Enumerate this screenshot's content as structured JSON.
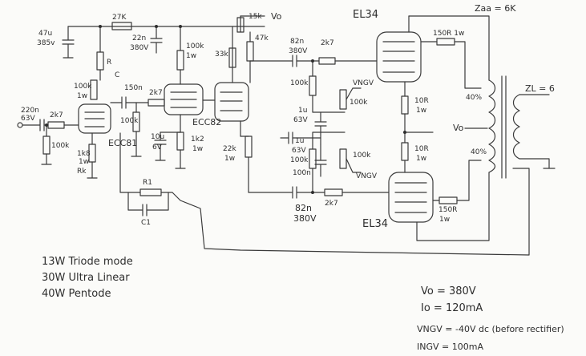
{
  "labels": {
    "r27k_top": "27K",
    "c47u": "47u",
    "v385": "385v",
    "c22n": "22n",
    "v380a": "380V",
    "r100k_a": "100k",
    "r1w_a": "1w",
    "r15k": "15k",
    "vo_top": "Vo",
    "r47k": "47k",
    "r33k": "33k",
    "c82n_top": "82n",
    "v380b": "380V",
    "r2k7_top": "2k7",
    "el34_top": "EL34",
    "zaa": "Zaa = 6K",
    "r150r_top": "150R 1w",
    "rR": "R",
    "rC": "C",
    "r100k_b": "100k",
    "r1w_b": "1w",
    "c150n": "150n",
    "r2k7_mid": "2k7",
    "r100k_c": "100k",
    "vneg_top": "VNGV",
    "r100k_pot": "100k",
    "r100k_ecc": "100k",
    "c220n": "220n",
    "v63": "63V",
    "r2k7_in": "2k7",
    "r100k_grid": "100k",
    "ecc81": "ECC81",
    "c1u": "1u",
    "v63b": "63V",
    "ecc82": "ECC82",
    "c10u": "10u",
    "v6": "6V",
    "r1k2": "1k2",
    "r1w_c": "1w",
    "r22k": "22k",
    "r1w_d": "1w",
    "r10r_top": "10R",
    "r1w_e": "1w",
    "tap40": "40%",
    "vo_mid": "Vo",
    "tap40b": "40%",
    "zl": "ZL = 6",
    "r10r_bot": "10R",
    "r1w_f": "1w",
    "c1u_b": "1u",
    "v63c": "63V",
    "r100k_d": "100k",
    "r100k_e": "100k",
    "vneg_bot": "VNGV",
    "r1k8": "1k8",
    "r1w_g": "1w",
    "rk": "Rk",
    "r1": "R1",
    "c1": "C1",
    "c100n": "100n",
    "c82n_bot": "82n",
    "v380c": "380V",
    "r2k7_bot": "2k7",
    "el34_bot": "EL34",
    "r150r_bot": "150R",
    "r1w_h": "1w"
  },
  "notes": {
    "line1": "13W Triode mode",
    "line2": "30W Ultra Linear",
    "line3": "40W Pentode",
    "vo": "Vo = 380V",
    "io": "Io = 120mA",
    "vneg": "VNGV = -40V dc (before rectifier)",
    "ineg": "INGV = 100mA"
  }
}
